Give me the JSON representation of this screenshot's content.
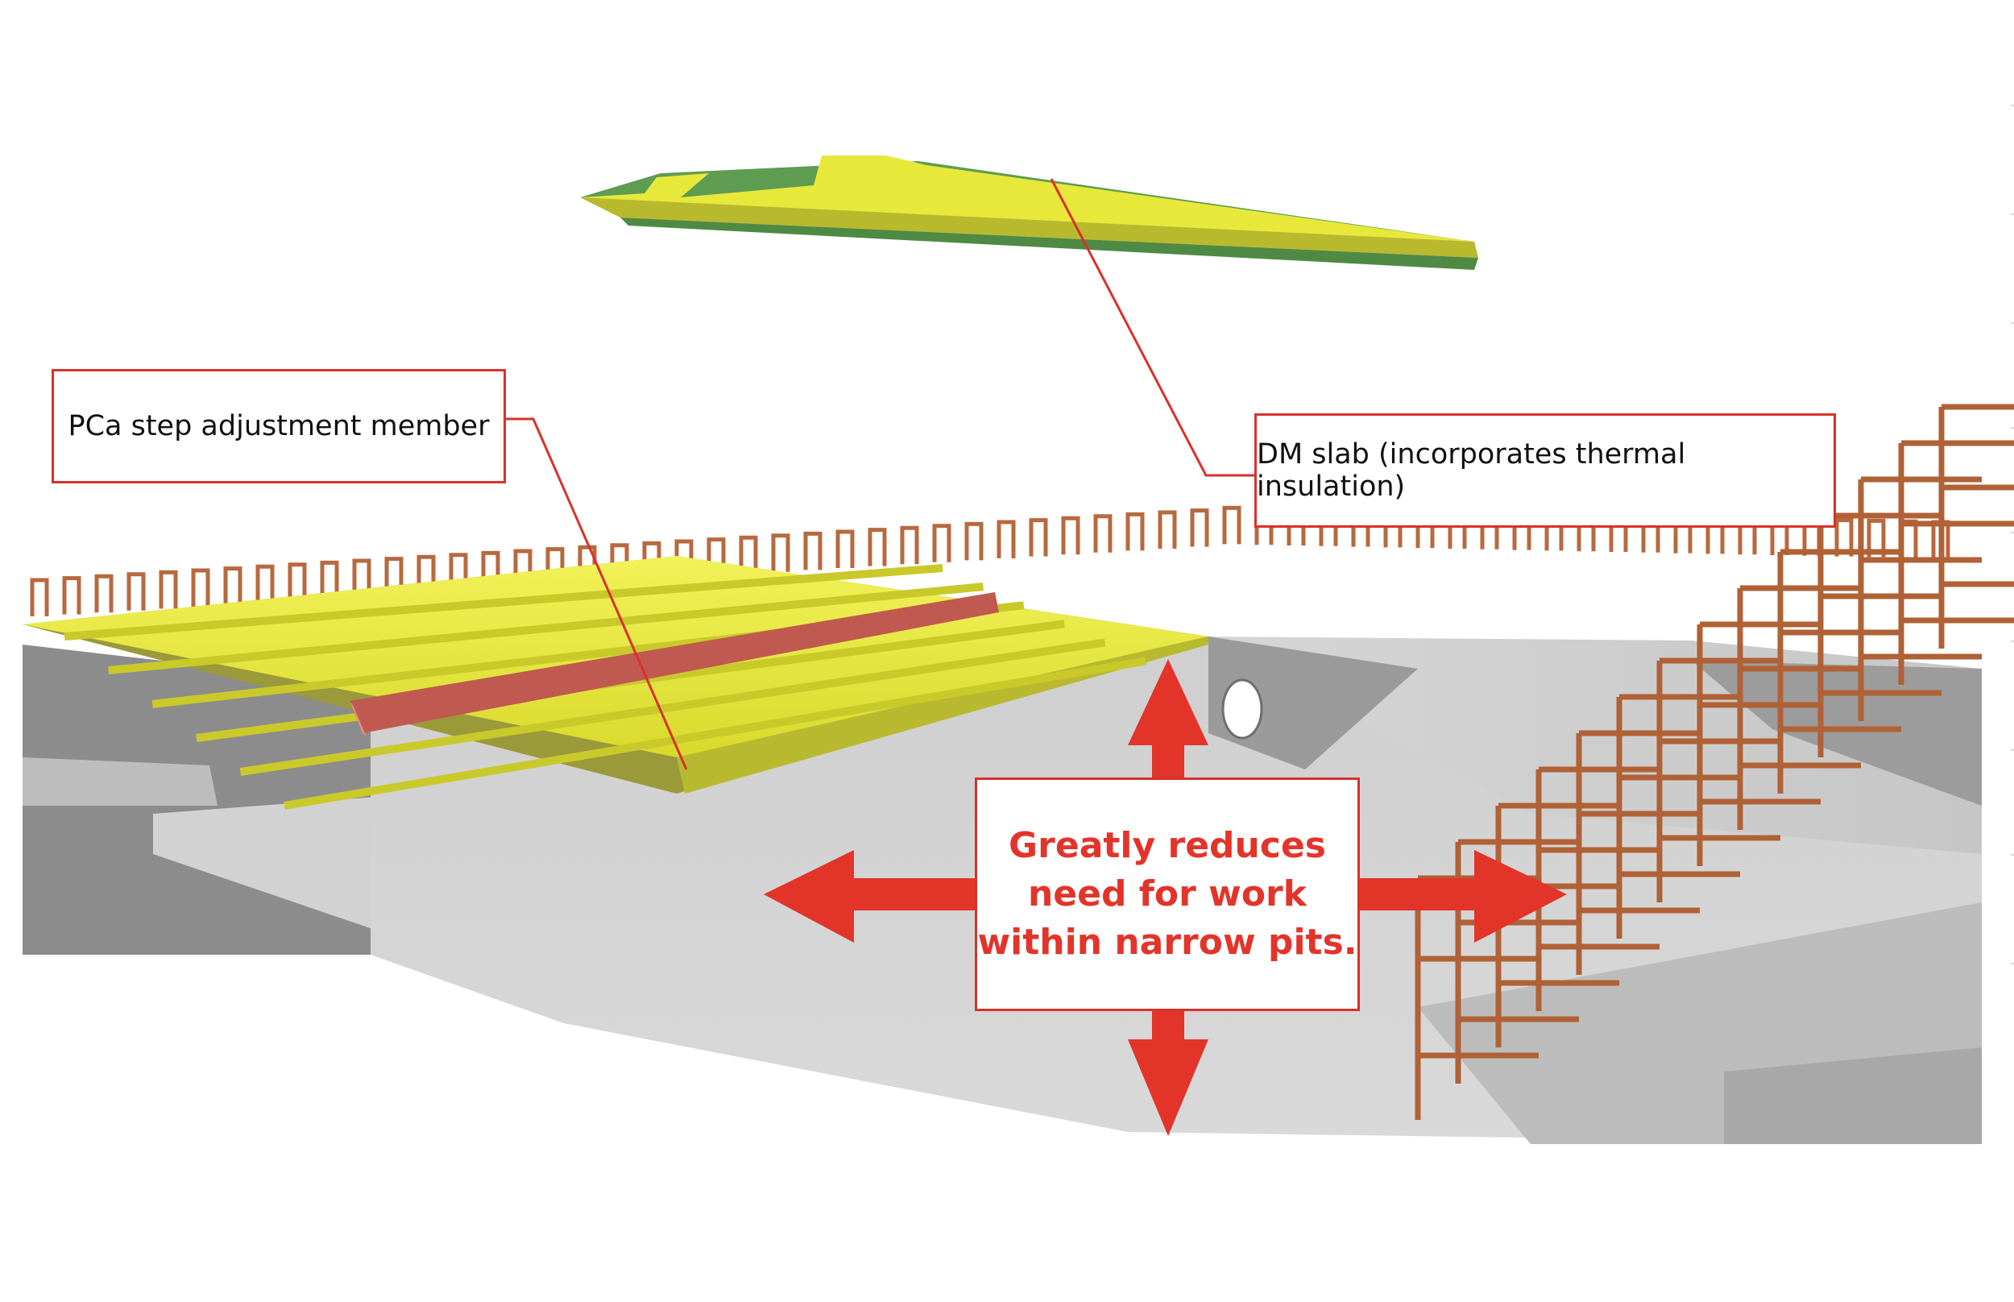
{
  "callouts": {
    "pca_step": "PCa step adjustment member",
    "dm_slab": "DM slab (incorporates thermal insulation)",
    "main_lines": [
      "Greatly reduces",
      "need for work",
      "within narrow pits."
    ]
  },
  "colors": {
    "accent_red": "#e3342a",
    "callout_border": "#d9312b",
    "yellow_slab": "#e8e83a",
    "green_slab": "#5e9c52",
    "step_member": "#c0594f",
    "concrete_light": "#d4d4d4",
    "concrete_dark": "#8f8f8f",
    "rebar": "#b8693f"
  },
  "icons": [
    "arrow-up-icon",
    "arrow-down-icon",
    "arrow-left-icon",
    "arrow-right-icon"
  ]
}
